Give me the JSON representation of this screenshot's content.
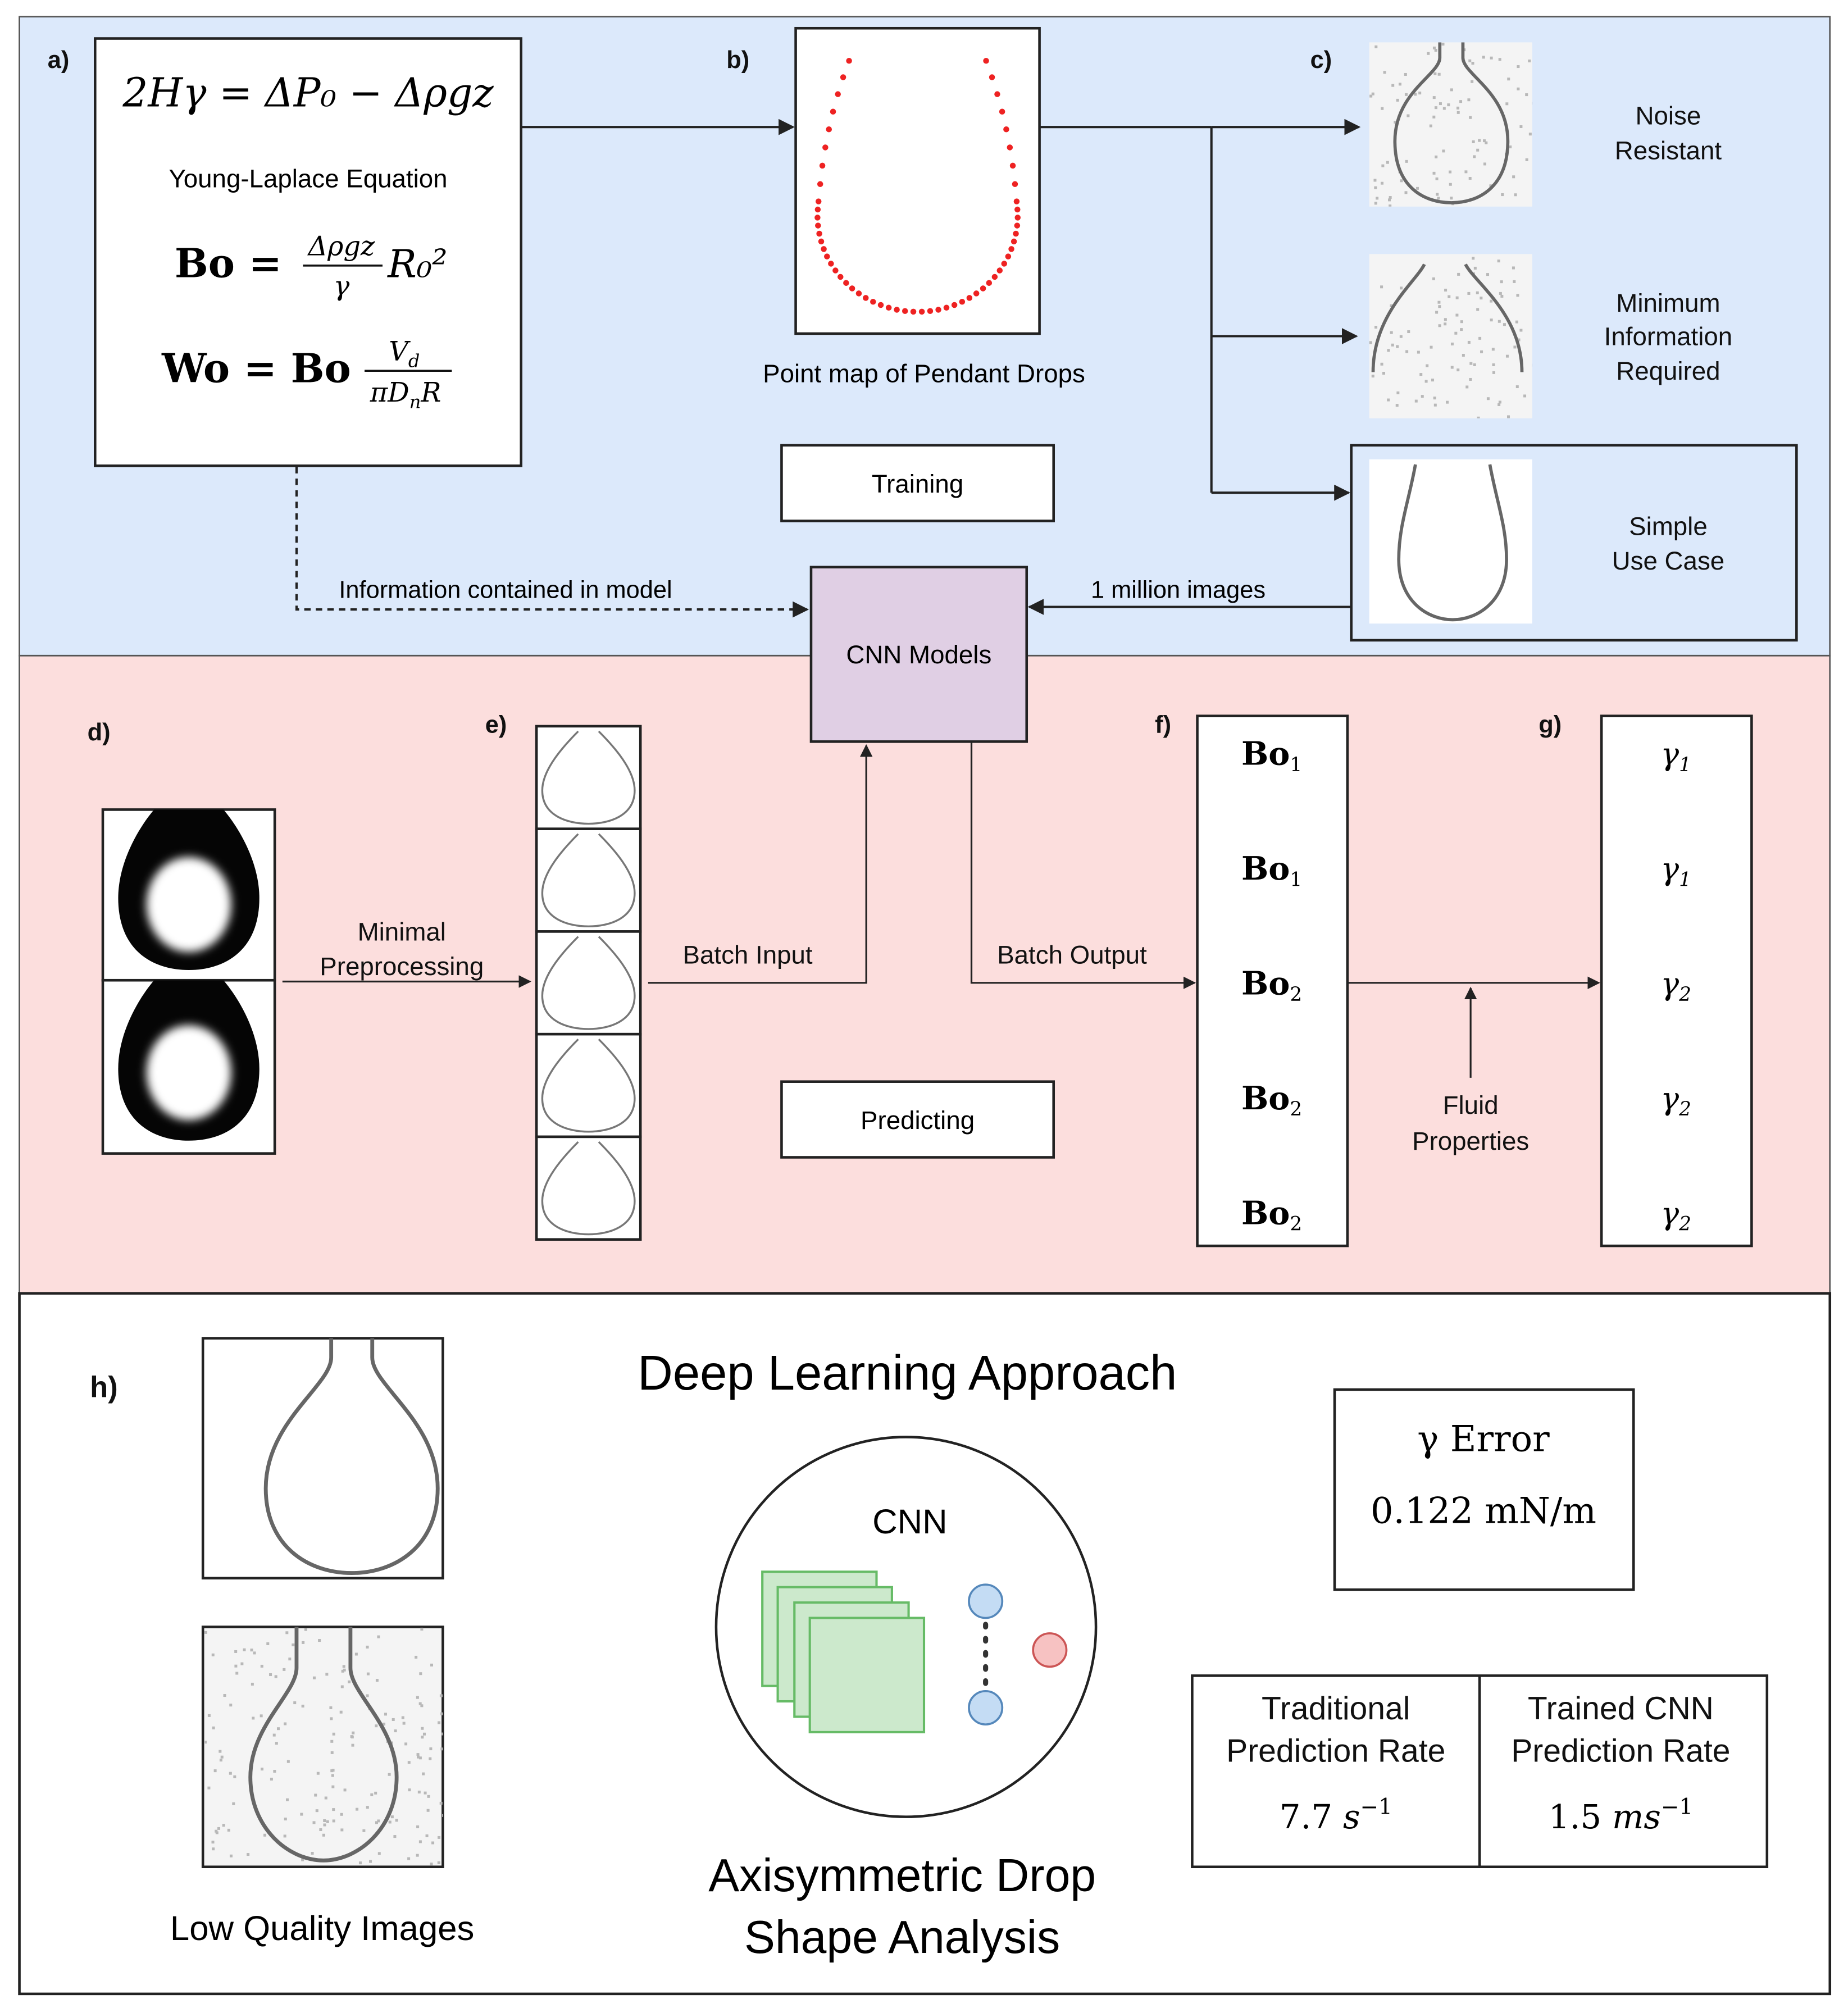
{
  "panel_labels": {
    "a": "a)",
    "b": "b)",
    "c": "c)",
    "d": "d)",
    "e": "e)",
    "f": "f)",
    "g": "g)",
    "h": "h)"
  },
  "equations": {
    "young_laplace": "2Hγ = ΔP₀ − Δρgz",
    "young_laplace_caption": "Young-Laplace Equation",
    "bond_lhs": "Bo =",
    "bond_num": "Δρgz",
    "bond_den": "γ",
    "bond_tail": "R₀²",
    "worthington_lhs": "Wo = Bo",
    "worthington_num": "V",
    "worthington_num_sub": "d",
    "worthington_den": "πD",
    "worthington_den_sub": "n",
    "worthington_den_tail": "R"
  },
  "point_map_caption": "Point map of Pendant Drops",
  "variants": {
    "noise_resistant": [
      "Noise",
      "Resistant"
    ],
    "minimum_info": [
      "Minimum",
      "Information",
      "Required"
    ],
    "simple_use": [
      "Simple",
      "Use Case"
    ]
  },
  "training_label": "Training",
  "predicting_label": "Predicting",
  "info_label": "Information contained in model",
  "million_label": "1 million images",
  "cnn_models_label": "CNN Models",
  "preprocessing_label": [
    "Minimal",
    "Preprocessing"
  ],
  "batch_input_label": "Batch Input",
  "batch_output_label": "Batch Output",
  "fluid_label": [
    "Fluid",
    "Properties"
  ],
  "bond_outputs": [
    {
      "base": "Bo",
      "sub": "1"
    },
    {
      "base": "Bo",
      "sub": "1"
    },
    {
      "base": "Bo",
      "sub": "2"
    },
    {
      "base": "Bo",
      "sub": "2"
    },
    {
      "base": "Bo",
      "sub": "2"
    }
  ],
  "gamma_outputs": [
    {
      "base": "γ",
      "sub": "1"
    },
    {
      "base": "γ",
      "sub": "1"
    },
    {
      "base": "γ",
      "sub": "2"
    },
    {
      "base": "γ",
      "sub": "2"
    },
    {
      "base": "γ",
      "sub": "2"
    }
  ],
  "summary": {
    "title": "Deep Learning Approach",
    "cnn_label": "CNN",
    "adsa": [
      "Axisymmetric Drop",
      "Shape Analysis"
    ],
    "low_quality": "Low Quality Images",
    "error_title": "γ Error",
    "error_value": "0.122 mN/m",
    "traditional": [
      "Traditional",
      "Prediction Rate"
    ],
    "traditional_value": "7.7",
    "traditional_unit": "s",
    "traditional_exp": "−1",
    "trained": [
      "Trained CNN",
      "Prediction Rate"
    ],
    "trained_value": "1.5",
    "trained_unit": "ms",
    "trained_exp": "−1"
  },
  "colors": {
    "training_bg": "#dce9fb",
    "predicting_bg": "#fcdedd",
    "cnn_box": "#e0cfe4",
    "point_red": "#ee2222",
    "layer_fill": "#cce9cc",
    "layer_stroke": "#66bb66",
    "node_blue": "#c4dcf4",
    "node_blue_stroke": "#5588bb",
    "node_red": "#f7c2c2",
    "node_red_stroke": "#cc5555"
  }
}
